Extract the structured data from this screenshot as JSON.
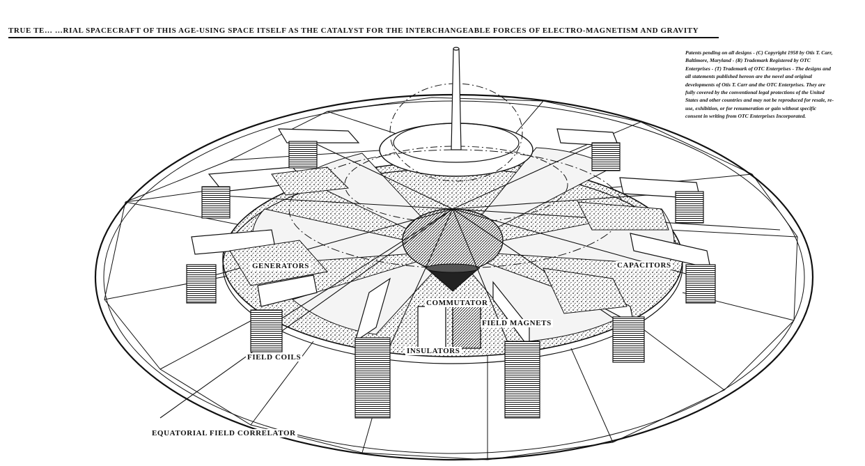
{
  "headline": "TRUE TE… …RIAL SPACECRAFT OF THIS AGE-USING SPACE ITSELF AS THE CATALYST FOR THE INTERCHANGEABLE FORCES OF ELECTRO-MAGNETISM AND GRAVITY",
  "notice": "Patents pending on all designs - (C) Copyright 1958 by Otis T. Carr, Baltimore, Maryland - (R) Trademark Registered by OTC Enterprises - (T) Trademark of OTC Enterprises - The designs and all statements published hereon are the novel and original developments of Otis T. Carr and the OTC Enterprises. They are fully covered by the conventional legal protections of the United States and other countries and may not be reproduced for resale, re-use, exhibition, or for renumeration or gain without specific consent in writing from OTC Enterprises Incorporated.",
  "labels": {
    "generators": "GENERATORS",
    "capacitors": "CAPACITORS",
    "commutator": "COMMUTATOR",
    "field_magnets": "FIELD MAGNETS",
    "insulators": "INSULATORS",
    "field_coils": "FIELD COILS",
    "equatorial": "EQUATORIAL FIELD CORRELATOR"
  }
}
